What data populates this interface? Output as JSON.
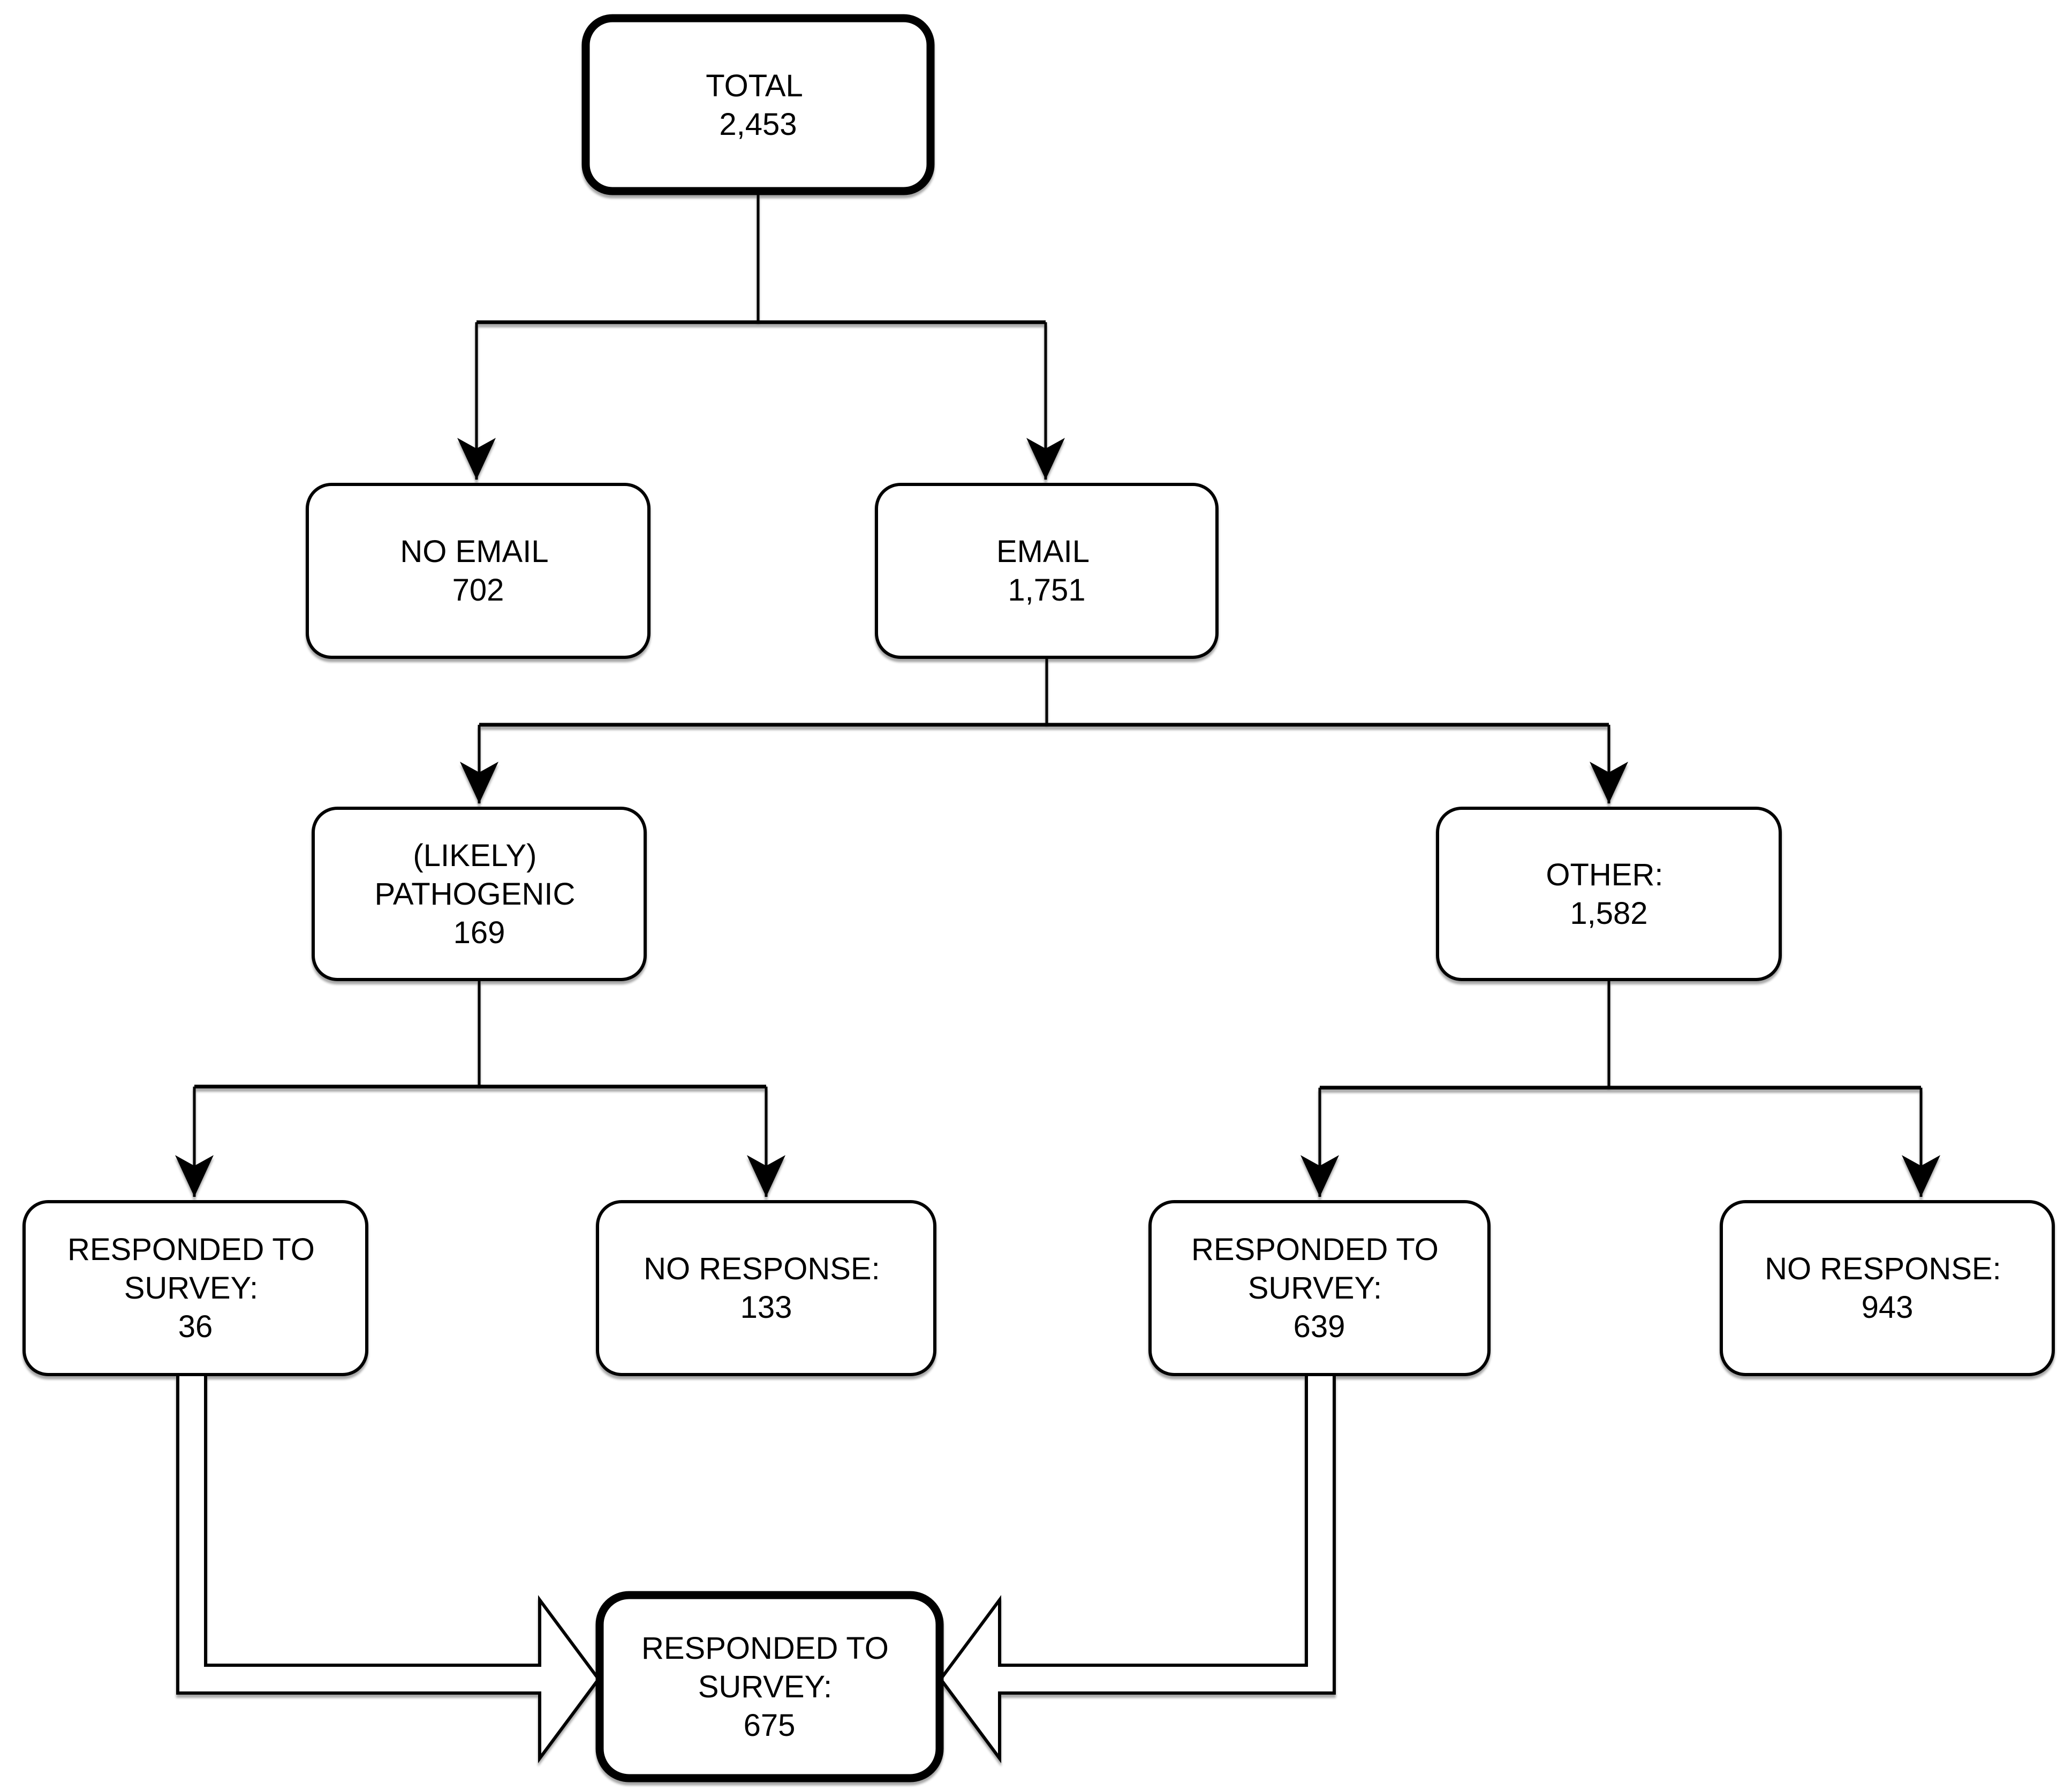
{
  "diagram": {
    "type": "flowchart",
    "background_color": "#ffffff",
    "line_color": "#000000",
    "box_fill_color": "#ffffff",
    "nodes": [
      {
        "id": "total",
        "lines": [
          "TOTAL",
          "2,453"
        ],
        "emphasis": true
      },
      {
        "id": "no-email",
        "lines": [
          "NO EMAIL",
          "702"
        ],
        "emphasis": false
      },
      {
        "id": "email",
        "lines": [
          "EMAIL",
          "1,751"
        ],
        "emphasis": false
      },
      {
        "id": "likely-pathogenic",
        "lines": [
          "(LIKELY)",
          "PATHOGENIC",
          "169"
        ],
        "emphasis": false
      },
      {
        "id": "other",
        "lines": [
          "OTHER:",
          "1,582"
        ],
        "emphasis": false
      },
      {
        "id": "responded-pathogenic",
        "lines": [
          "RESPONDED TO",
          "SURVEY:",
          "36"
        ],
        "emphasis": false
      },
      {
        "id": "no-response-pathogenic",
        "lines": [
          "NO RESPONSE:",
          "133"
        ],
        "emphasis": false
      },
      {
        "id": "responded-other",
        "lines": [
          "RESPONDED TO",
          "SURVEY:",
          "639"
        ],
        "emphasis": false
      },
      {
        "id": "no-response-other",
        "lines": [
          "NO RESPONSE:",
          "943"
        ],
        "emphasis": false
      },
      {
        "id": "responded-total",
        "lines": [
          "RESPONDED TO",
          "SURVEY:",
          "675"
        ],
        "emphasis": true
      }
    ],
    "edges": [
      {
        "from": "total",
        "to": "no-email",
        "style": "solid-arrow"
      },
      {
        "from": "total",
        "to": "email",
        "style": "solid-arrow"
      },
      {
        "from": "email",
        "to": "likely-pathogenic",
        "style": "solid-arrow"
      },
      {
        "from": "email",
        "to": "other",
        "style": "solid-arrow"
      },
      {
        "from": "likely-pathogenic",
        "to": "responded-pathogenic",
        "style": "solid-arrow"
      },
      {
        "from": "likely-pathogenic",
        "to": "no-response-pathogenic",
        "style": "solid-arrow"
      },
      {
        "from": "other",
        "to": "responded-other",
        "style": "solid-arrow"
      },
      {
        "from": "other",
        "to": "no-response-other",
        "style": "solid-arrow"
      },
      {
        "from": "responded-pathogenic",
        "to": "responded-total",
        "style": "hollow-arrow"
      },
      {
        "from": "responded-other",
        "to": "responded-total",
        "style": "hollow-arrow"
      }
    ]
  }
}
